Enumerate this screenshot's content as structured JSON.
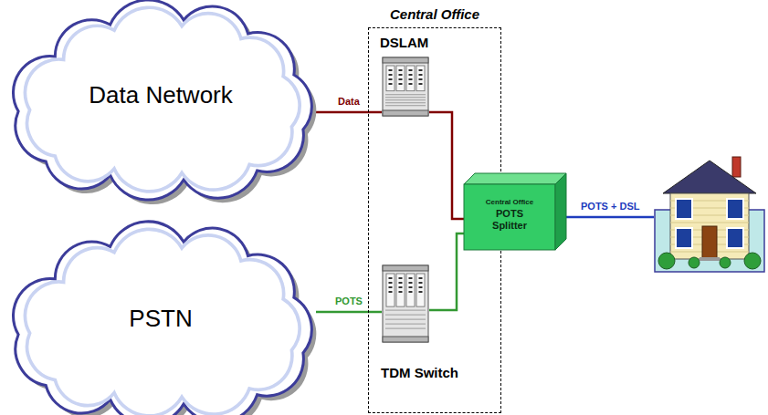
{
  "diagram": {
    "nodes": [
      {
        "text": [
          "Data Network"
        ]
      },
      {
        "text": [
          "Central Office"
        ]
      },
      {
        "text": [
          "DSLAM"
        ],
        "in": 1
      },
      {
        "text": [
          "Central Office",
          "POTS Splitter"
        ],
        "in": 1
      },
      {
        "text": [
          "TDM Switch"
        ],
        "in": 1
      },
      {
        "text": [
          "PSTN"
        ]
      },
      {
        "text": []
      }
    ],
    "edges": [
      {
        "from": 0,
        "to": 2,
        "label": "Data",
        "arrow": "none"
      },
      {
        "from": 2,
        "to": 3,
        "arrow": "none"
      },
      {
        "from": 5,
        "to": 4,
        "label": "POTS",
        "arrow": "none"
      },
      {
        "from": 4,
        "to": 3,
        "arrow": "none"
      },
      {
        "from": 3,
        "to": 6,
        "label": "POTS + DSL",
        "arrow": "none"
      }
    ]
  }
}
